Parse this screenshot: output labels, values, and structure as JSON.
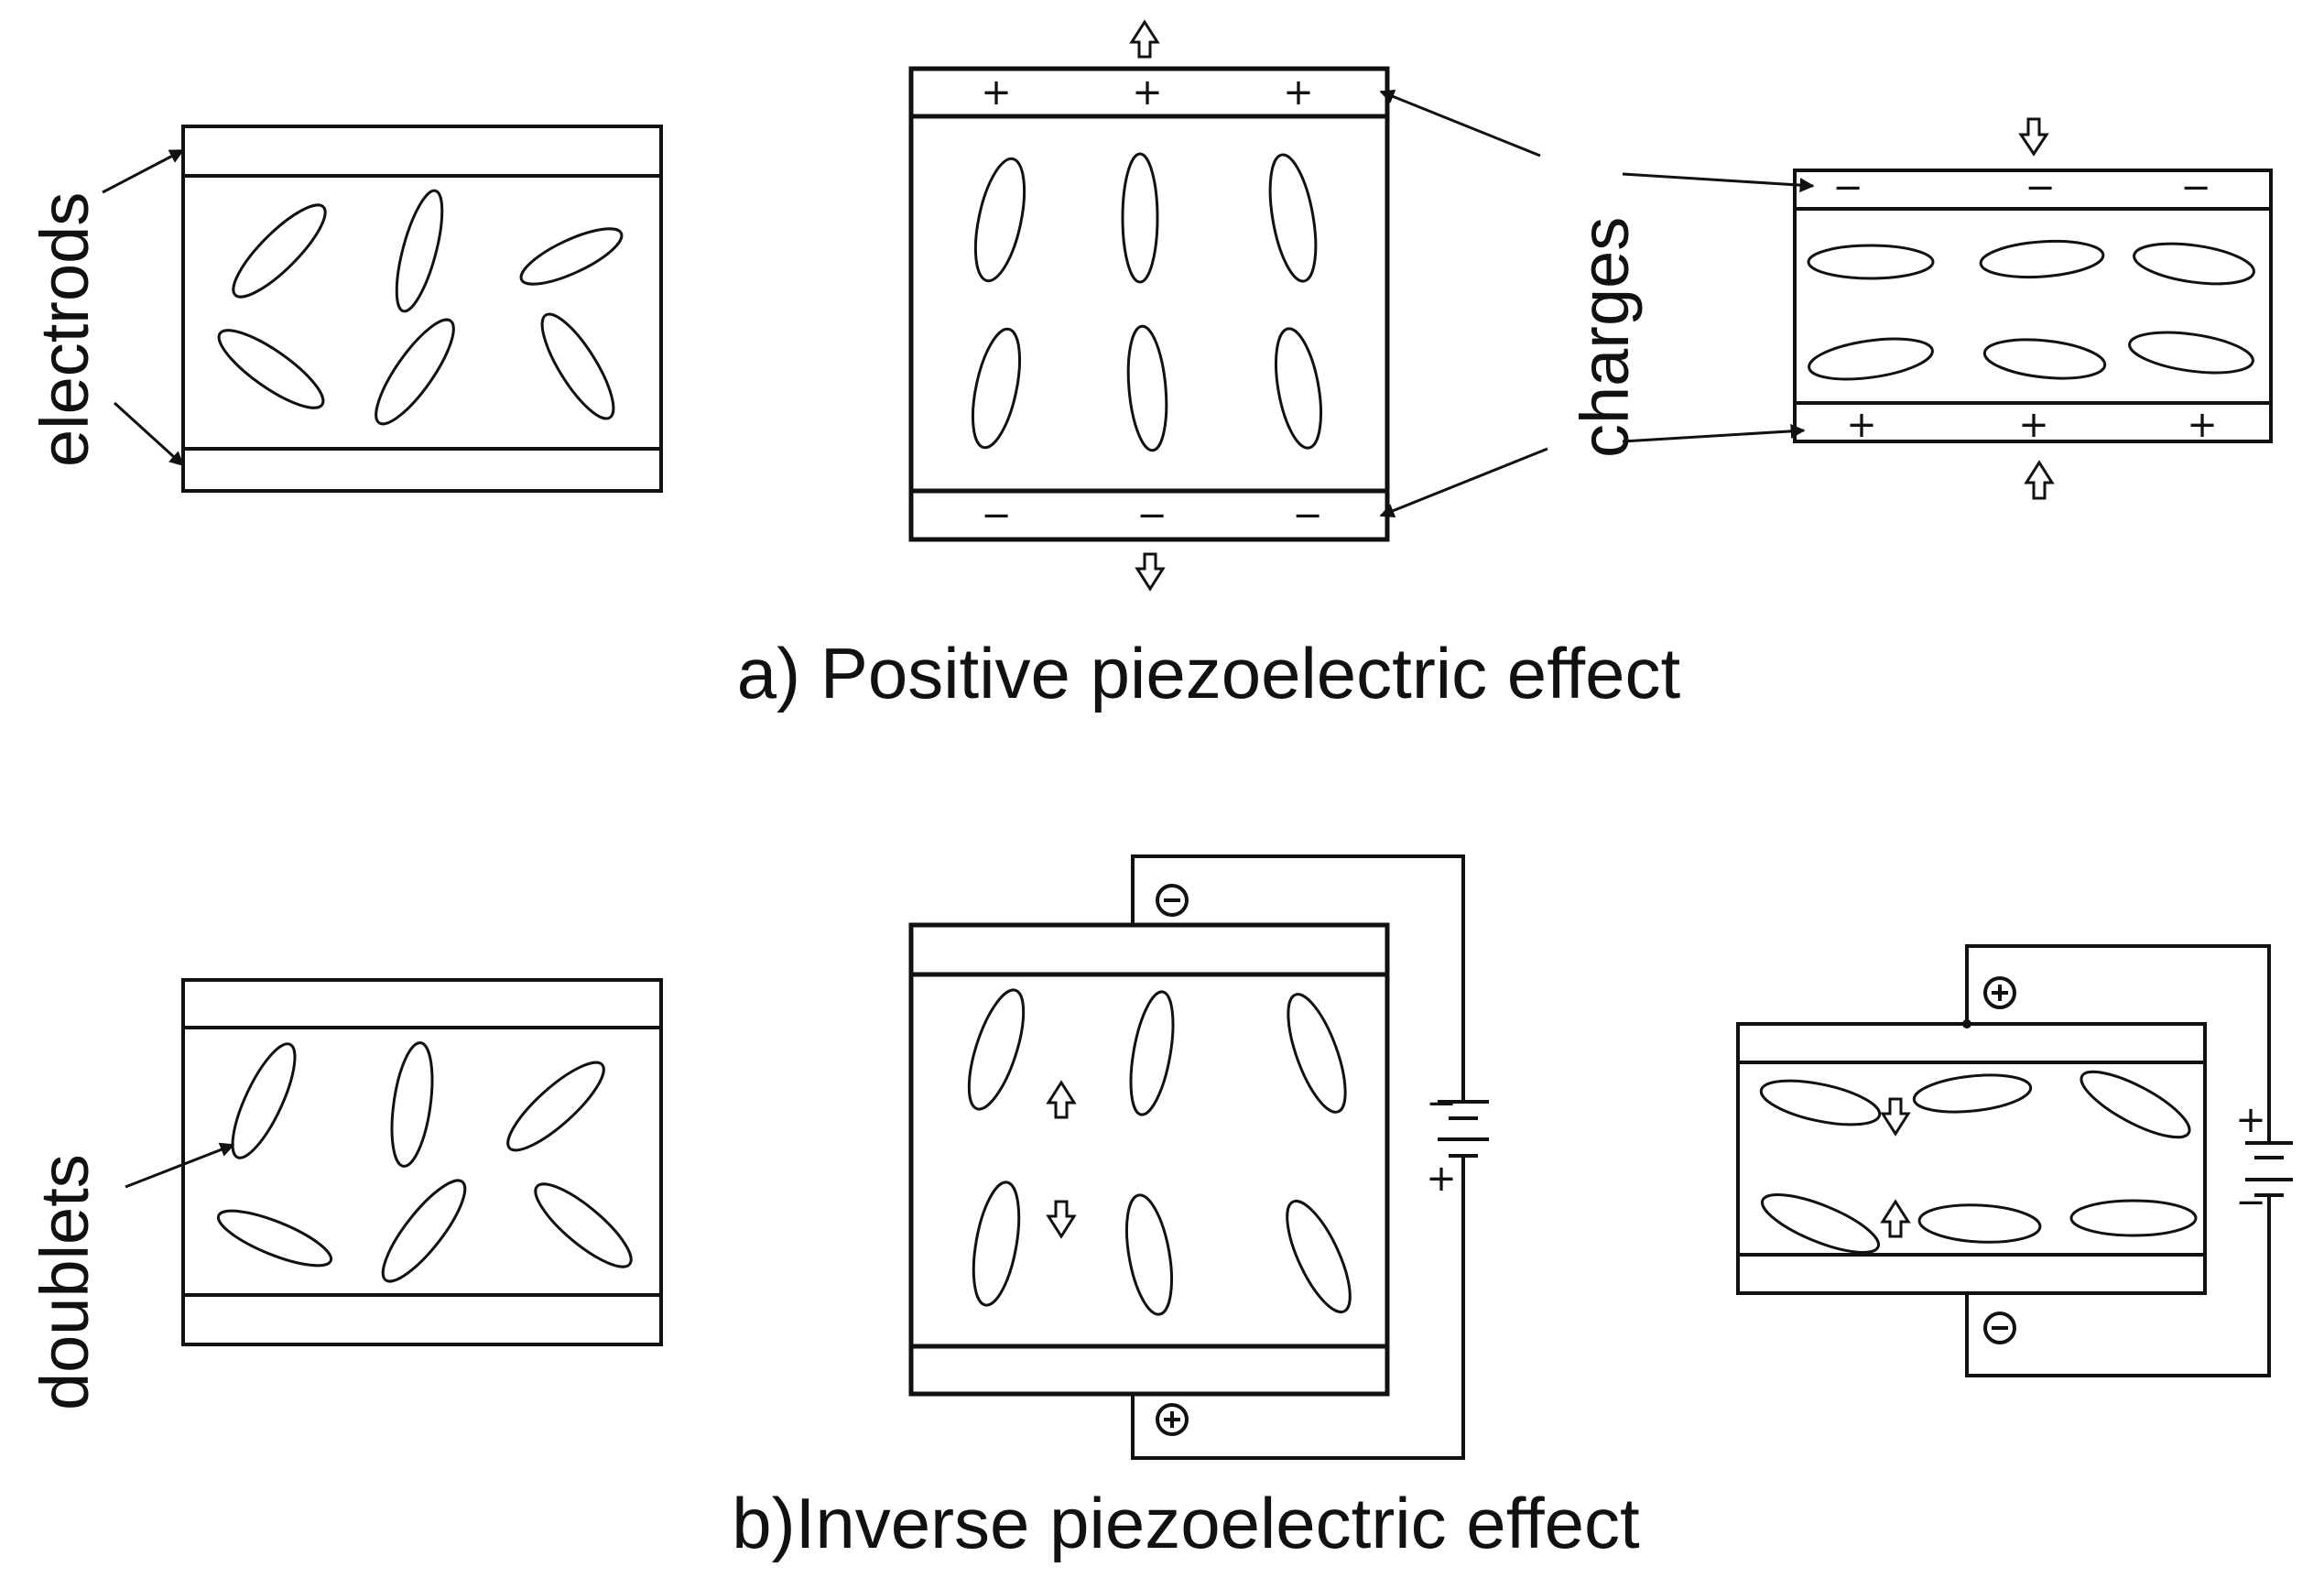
{
  "labels": {
    "electrodes": "electrods",
    "charges": "charges",
    "doublets": "doublets"
  },
  "captions": {
    "a": "a) Positive piezoelectric effect",
    "b": "b)Inverse piezoelectric effect"
  },
  "signs": {
    "plus": "+",
    "minus": "−",
    "circ_minus": "⊖",
    "circ_plus": "⊕"
  },
  "colors": {
    "ink": "#111111",
    "background": "#ffffff"
  }
}
